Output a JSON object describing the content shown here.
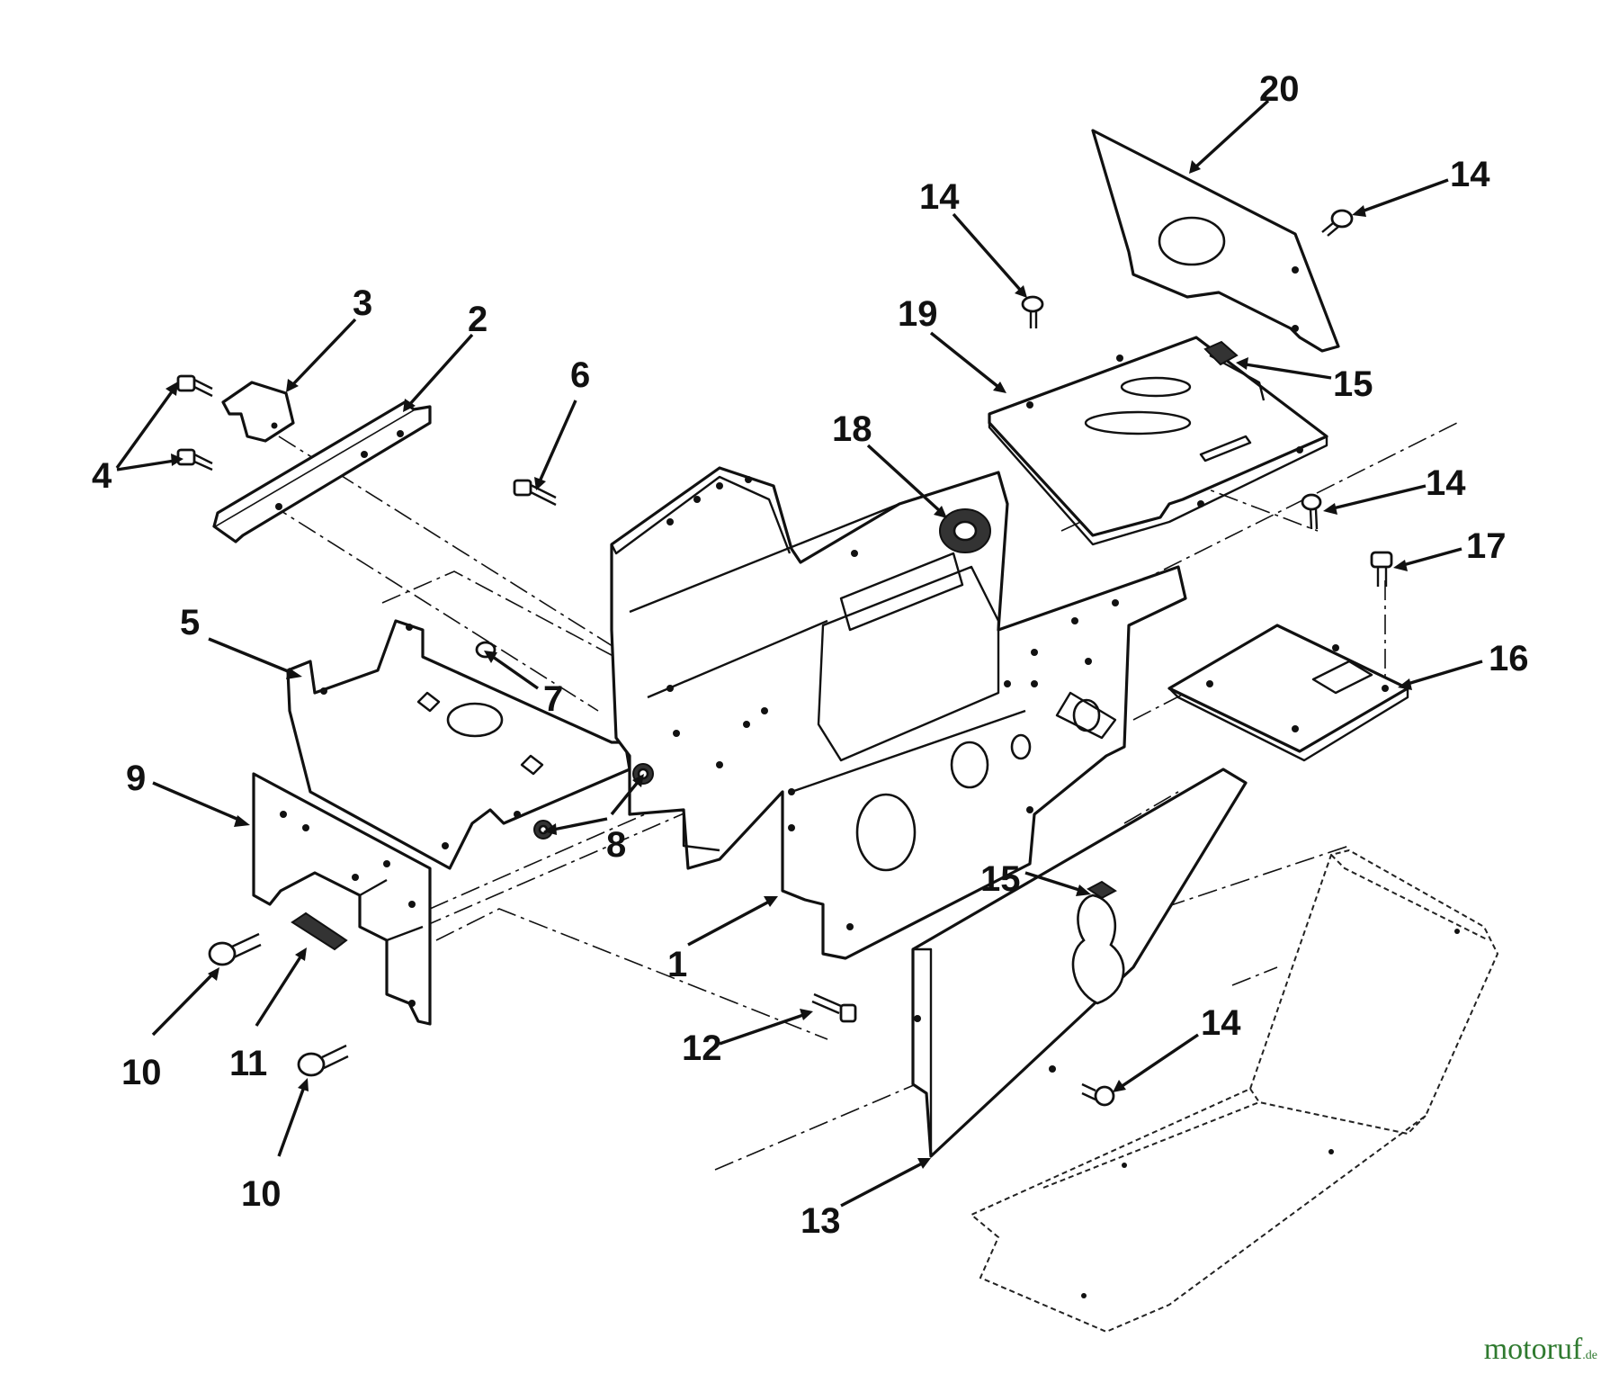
{
  "callouts": [
    {
      "id": "c1",
      "label": "1"
    },
    {
      "id": "c2",
      "label": "2"
    },
    {
      "id": "c3",
      "label": "3"
    },
    {
      "id": "c4",
      "label": "4"
    },
    {
      "id": "c5",
      "label": "5"
    },
    {
      "id": "c6",
      "label": "6"
    },
    {
      "id": "c7",
      "label": "7"
    },
    {
      "id": "c8",
      "label": "8"
    },
    {
      "id": "c9",
      "label": "9"
    },
    {
      "id": "c10a",
      "label": "10"
    },
    {
      "id": "c10b",
      "label": "10"
    },
    {
      "id": "c11",
      "label": "11"
    },
    {
      "id": "c12",
      "label": "12"
    },
    {
      "id": "c13",
      "label": "13"
    },
    {
      "id": "c14a",
      "label": "14"
    },
    {
      "id": "c14b",
      "label": "14"
    },
    {
      "id": "c14c",
      "label": "14"
    },
    {
      "id": "c14d",
      "label": "14"
    },
    {
      "id": "c15a",
      "label": "15"
    },
    {
      "id": "c15b",
      "label": "15"
    },
    {
      "id": "c16",
      "label": "16"
    },
    {
      "id": "c17",
      "label": "17"
    },
    {
      "id": "c18",
      "label": "18"
    },
    {
      "id": "c19",
      "label": "19"
    },
    {
      "id": "c20",
      "label": "20"
    }
  ],
  "watermark": {
    "brand": "motoruf",
    "suffix": ".de"
  }
}
